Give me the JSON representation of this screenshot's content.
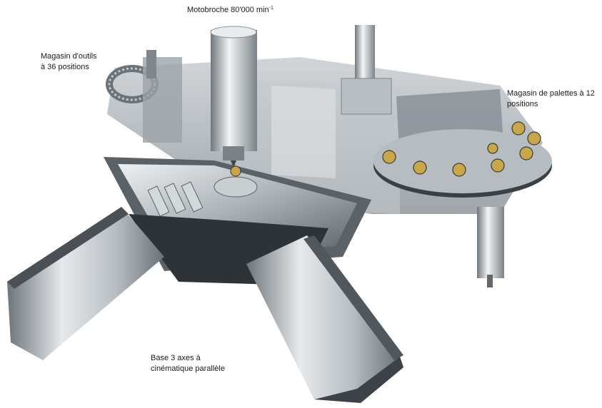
{
  "labels": {
    "spindle": {
      "text": "Motobroche 80'000 min",
      "superscript": "-1"
    },
    "tool_magazine": {
      "line1": "Magasin d'outils",
      "line2": "à 36 positions"
    },
    "pallet_magazine": {
      "line1": "Magasin de palettes à 12",
      "line2": "positions"
    },
    "base": {
      "line1": "Base 3 axes à",
      "line2": "cinématique parallèle"
    }
  },
  "colors": {
    "steel_light": "#d9dde0",
    "steel_mid": "#a9afb4",
    "steel_dark": "#4b5157",
    "brass": "#c9a64a",
    "background": "#ffffff"
  }
}
